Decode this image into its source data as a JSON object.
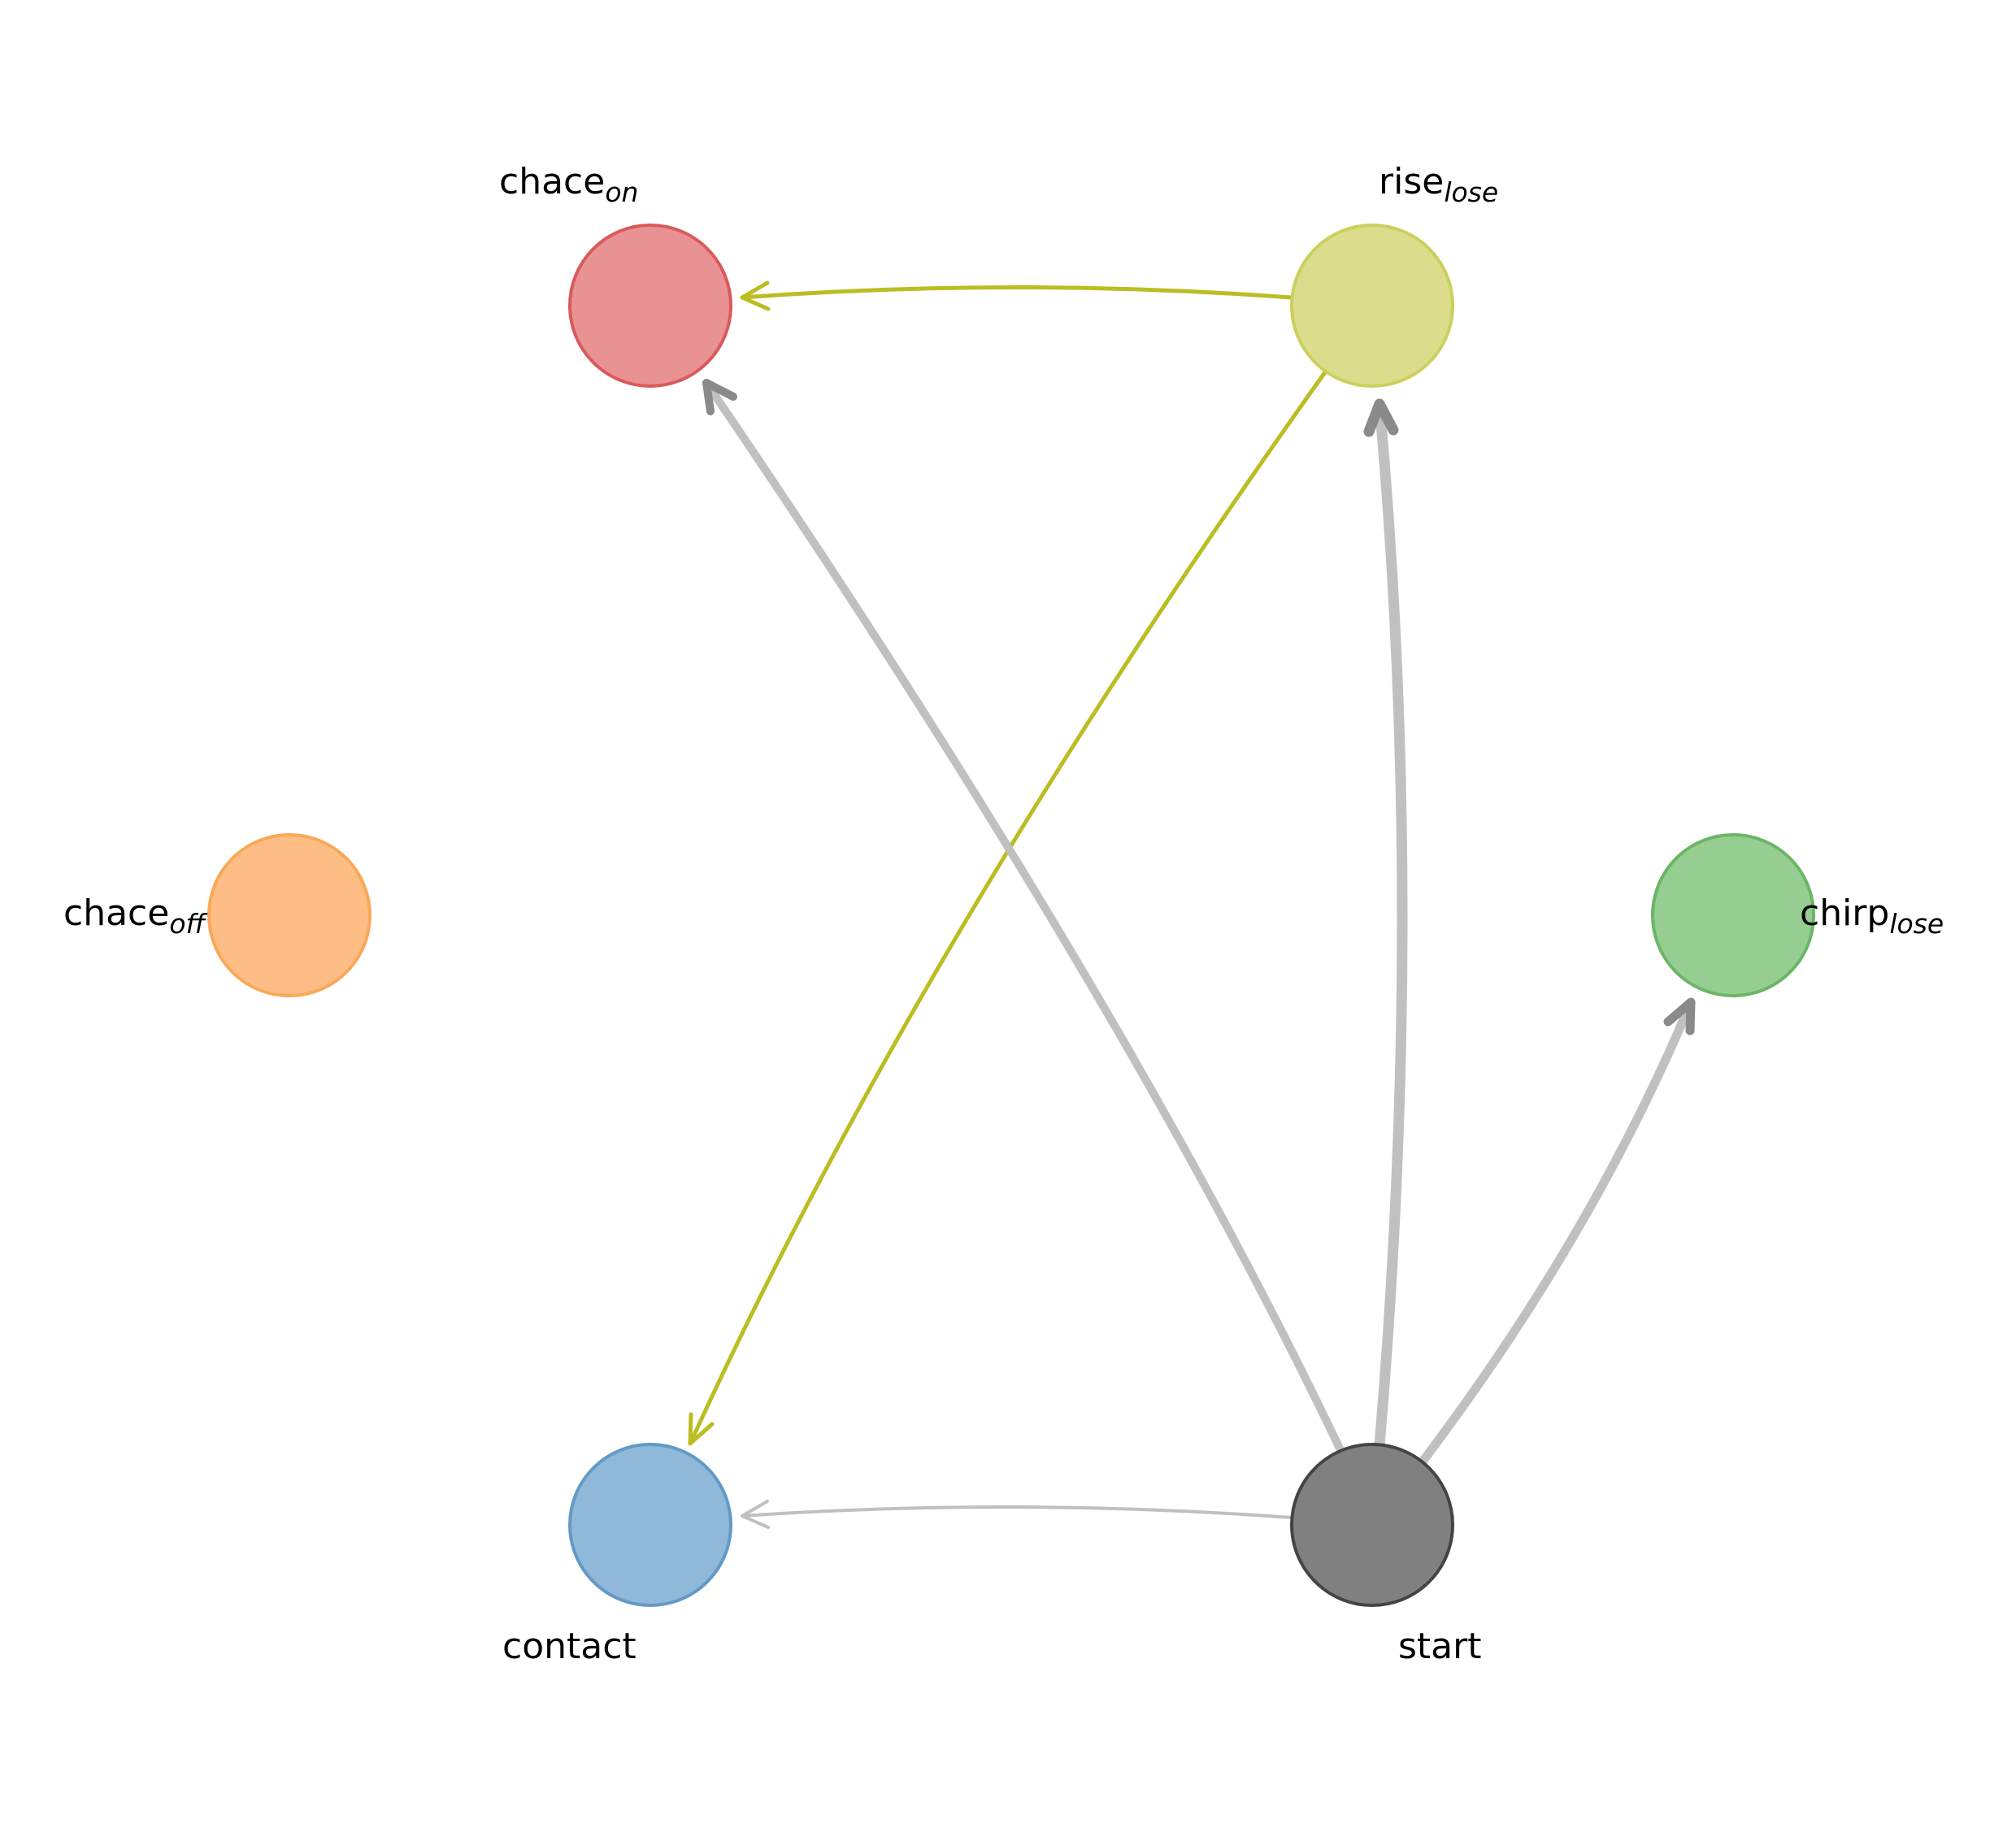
{
  "nodes": [
    {
      "id": "chace_on",
      "label": "chace",
      "sub": "on",
      "fill": "#e99294",
      "stroke": "#d9595c"
    },
    {
      "id": "rise_lose",
      "label": "rise",
      "sub": "lose",
      "fill": "#dbdd8d",
      "stroke": "#cbcf5c"
    },
    {
      "id": "chace_off",
      "label": "chace",
      "sub": "off",
      "fill": "#febd84",
      "stroke": "#f9a858"
    },
    {
      "id": "chirp_lose",
      "label": "chirp",
      "sub": "lose",
      "fill": "#96ce92",
      "stroke": "#6bb567"
    },
    {
      "id": "contact",
      "label": "contact",
      "sub": "",
      "fill": "#8fb8d9",
      "stroke": "#6299c6"
    },
    {
      "id": "start",
      "label": "start",
      "sub": "",
      "fill": "#808080",
      "stroke": "#444444"
    }
  ],
  "edges": [
    {
      "from": "rise_lose",
      "to": "chace_on",
      "color": "#bcbd22"
    },
    {
      "from": "rise_lose",
      "to": "contact",
      "color": "#bcbd22"
    },
    {
      "from": "start",
      "to": "chace_on",
      "color": "#c0c0c0"
    },
    {
      "from": "start",
      "to": "rise_lose",
      "color": "#c0c0c0"
    },
    {
      "from": "start",
      "to": "chirp_lose",
      "color": "#c0c0c0"
    },
    {
      "from": "start",
      "to": "contact",
      "color": "#c0c0c0"
    }
  ]
}
